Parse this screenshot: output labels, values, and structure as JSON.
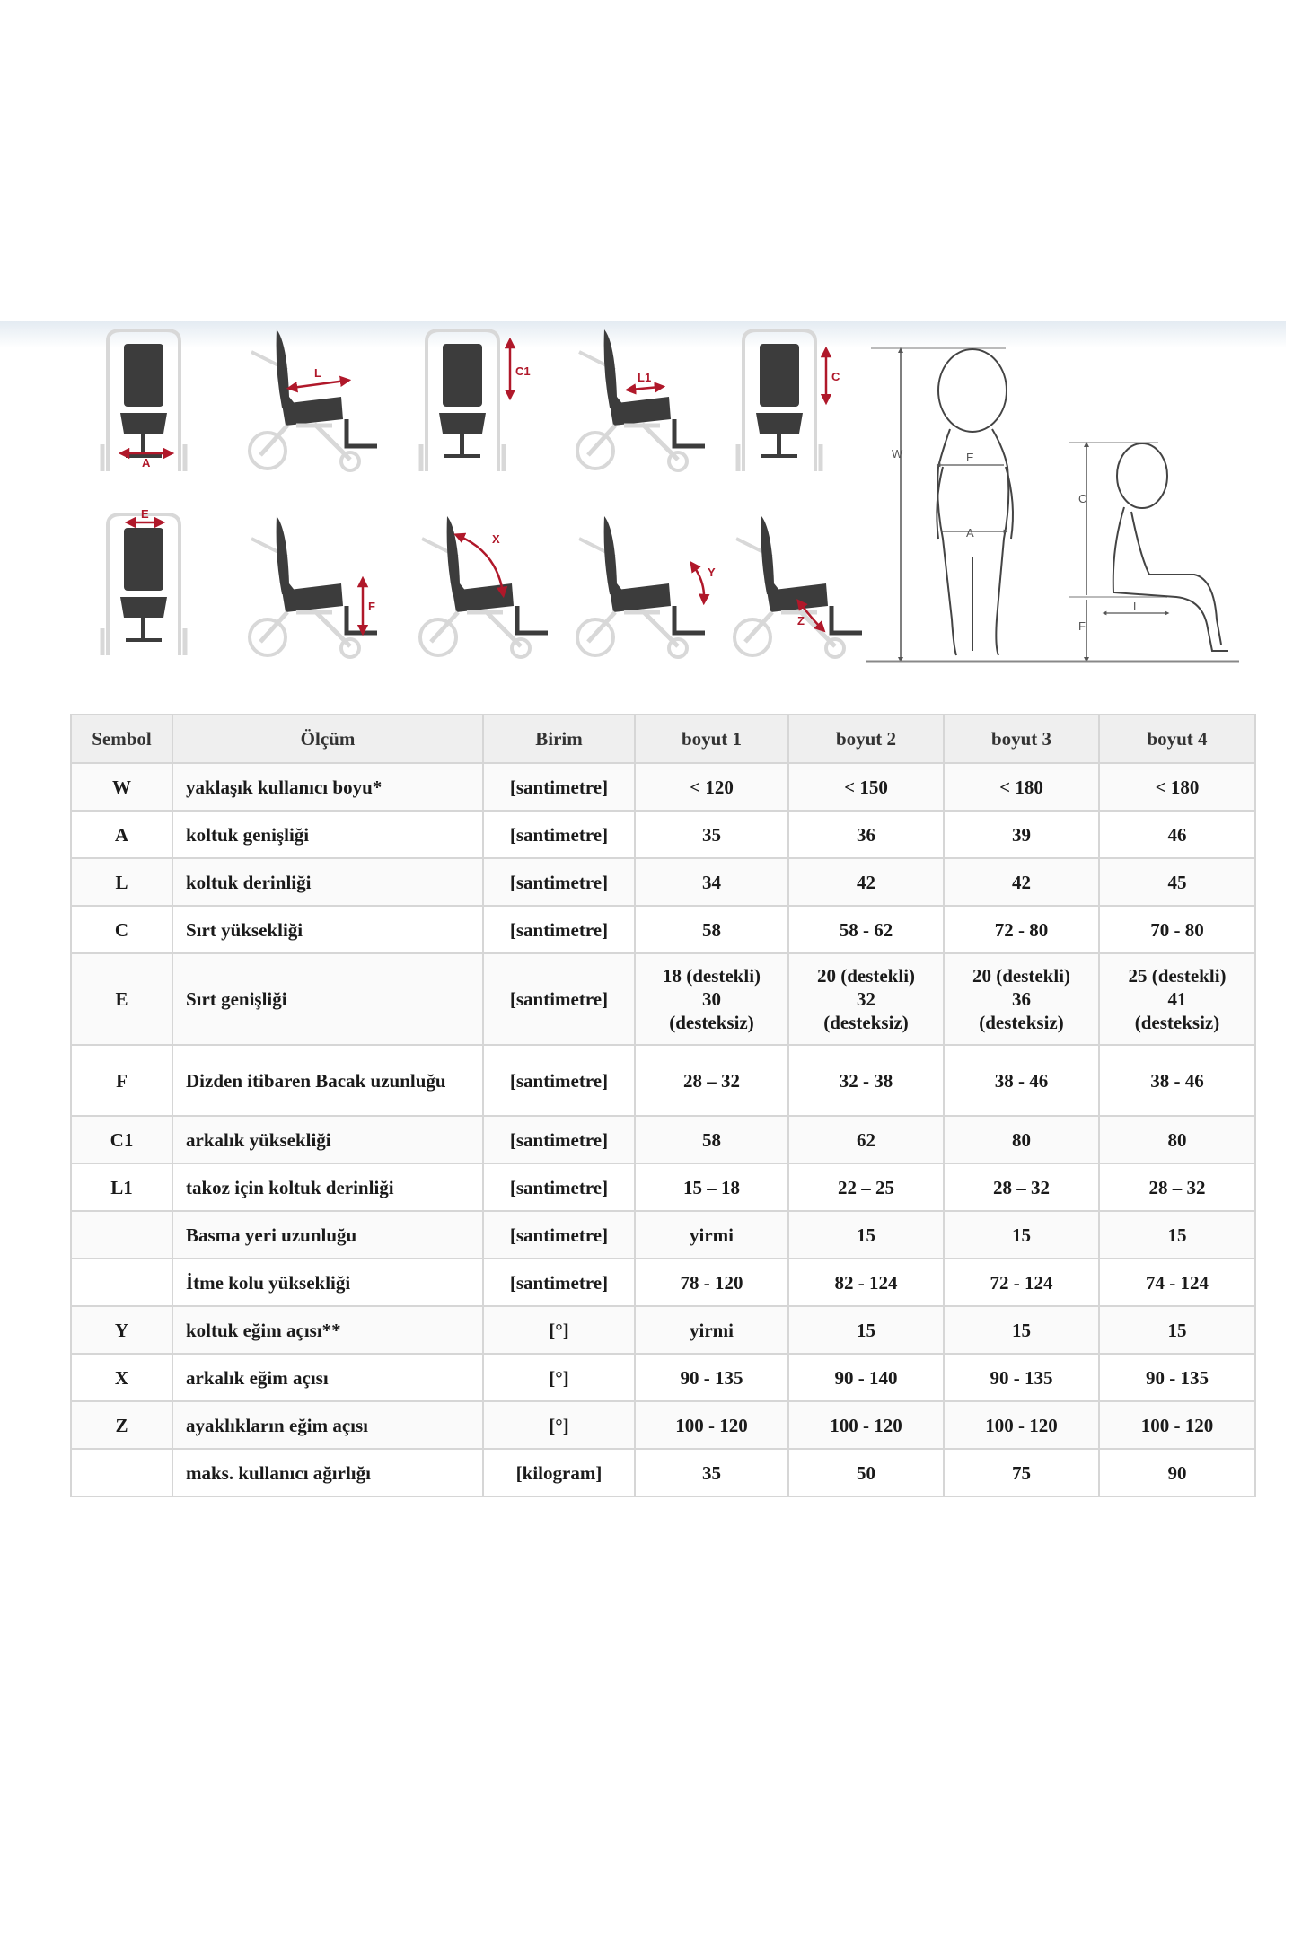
{
  "diagram": {
    "labels": {
      "A": "A",
      "L": "L",
      "C1": "C1",
      "L1": "L1",
      "C": "C",
      "E": "E",
      "F": "F",
      "X": "X",
      "Y": "Y",
      "Z": "Z",
      "W": "W",
      "E2": "E",
      "A2": "A",
      "C2": "C",
      "F2": "F",
      "L2": "L"
    },
    "accent_color": "#b0182a"
  },
  "table": {
    "headers": [
      "Sembol",
      "Ölçüm",
      "Birim",
      "boyut 1",
      "boyut 2",
      "boyut 3",
      "boyut 4"
    ],
    "rows": [
      {
        "symbol": "W",
        "measure": "yaklaşık kullanıcı boyu*",
        "unit": "[santimetre]",
        "v": [
          "< 120",
          "< 150",
          "< 180",
          "< 180"
        ]
      },
      {
        "symbol": "A",
        "measure": "koltuk genişliği",
        "unit": "[santimetre]",
        "v": [
          "35",
          "36",
          "39",
          "46"
        ]
      },
      {
        "symbol": "L",
        "measure": "koltuk derinliği",
        "unit": "[santimetre]",
        "v": [
          "34",
          "42",
          "42",
          "45"
        ]
      },
      {
        "symbol": "C",
        "measure": "Sırt yüksekliği",
        "unit": "[santimetre]",
        "v": [
          "58",
          "58 - 62",
          "72 - 80",
          "70 - 80"
        ]
      },
      {
        "symbol": "E",
        "measure": "Sırt genişliği",
        "unit": "[santimetre]",
        "v": [
          "18 (destekli)\n30\n(desteksiz)",
          "20 (destekli)\n32\n(desteksiz)",
          "20 (destekli)\n36\n(desteksiz)",
          "25 (destekli)\n41\n(desteksiz)"
        ]
      },
      {
        "symbol": "F",
        "measure": "Dizden itibaren Bacak uzunluğu",
        "unit": "[santimetre]",
        "v": [
          "28 – 32",
          "32 - 38",
          "38 - 46",
          "38 - 46"
        ]
      },
      {
        "symbol": "C1",
        "measure": "arkalık yüksekliği",
        "unit": "[santimetre]",
        "v": [
          "58",
          "62",
          "80",
          "80"
        ]
      },
      {
        "symbol": "L1",
        "measure": "takoz için koltuk derinliği",
        "unit": "[santimetre]",
        "v": [
          "15 – 18",
          "22 – 25",
          "28 – 32",
          "28 – 32"
        ]
      },
      {
        "symbol": "",
        "measure": "Basma yeri uzunluğu",
        "unit": "[santimetre]",
        "v": [
          "yirmi",
          "15",
          "15",
          "15"
        ]
      },
      {
        "symbol": "",
        "measure": "İtme kolu yüksekliği",
        "unit": "[santimetre]",
        "v": [
          "78 - 120",
          "82 - 124",
          "72 - 124",
          "74 - 124"
        ]
      },
      {
        "symbol": "Y",
        "measure": "koltuk eğim açısı**",
        "unit": "[°]",
        "v": [
          "yirmi",
          "15",
          "15",
          "15"
        ]
      },
      {
        "symbol": "X",
        "measure": "arkalık eğim açısı",
        "unit": "[°]",
        "v": [
          "90 - 135",
          "90 - 140",
          "90 - 135",
          "90 - 135"
        ]
      },
      {
        "symbol": "Z",
        "measure": "ayaklıkların eğim açısı",
        "unit": "[°]",
        "v": [
          "100 - 120",
          "100 - 120",
          "100 - 120",
          "100 - 120"
        ]
      },
      {
        "symbol": "",
        "measure": "maks. kullanıcı ağırlığı",
        "unit": "[kilogram]",
        "v": [
          "35",
          "50",
          "75",
          "90"
        ]
      }
    ]
  }
}
